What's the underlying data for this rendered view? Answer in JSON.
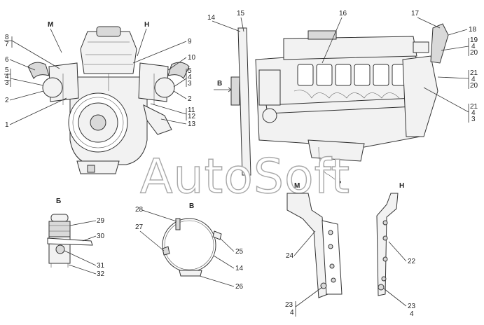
{
  "watermark": "AutoSoft",
  "views": {
    "main_front": {
      "M": "М",
      "H": "Н"
    },
    "main_side": {
      "arrow": "В"
    },
    "detail_b": {
      "title": "Б"
    },
    "detail_v": {
      "title": "В"
    },
    "detail_m": {
      "title": "М"
    },
    "detail_h": {
      "title": "Н"
    },
    "detail_b_ref": "Б"
  },
  "callouts": {
    "front_left": [
      "8",
      "7",
      "6",
      "5",
      "4",
      "3",
      "2",
      "1"
    ],
    "front_right": [
      "9",
      "10",
      "5",
      "4",
      "3",
      "2",
      "11",
      "12",
      "13"
    ],
    "side_top": [
      "14",
      "15",
      "16",
      "17"
    ],
    "side_right": [
      "18",
      "19",
      "4",
      "20",
      "21",
      "4",
      "20",
      "21",
      "4",
      "3"
    ],
    "detail_b": [
      "29",
      "30",
      "31",
      "32"
    ],
    "detail_v": [
      "28",
      "27",
      "25",
      "14",
      "26"
    ],
    "detail_m": [
      "24",
      "23",
      "4"
    ],
    "detail_h": [
      "22",
      "23",
      "4"
    ]
  }
}
